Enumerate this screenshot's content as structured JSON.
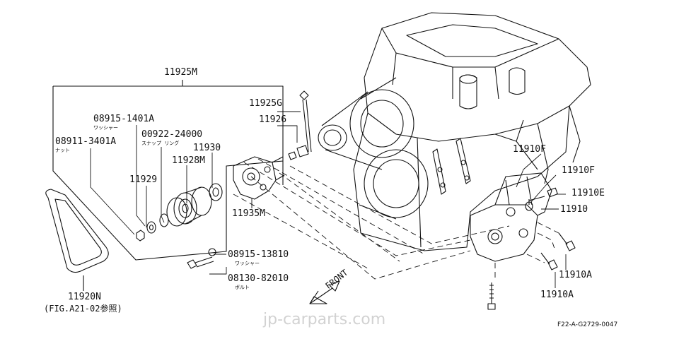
{
  "labels": {
    "assembly": "11925M",
    "washer1": "08915-1401A",
    "washer1_note": "ワッシャー",
    "snapring": "00922-24000",
    "snapring_note": "スナップ リング",
    "nut": "08911-3401A",
    "nut_note": "ナット",
    "bolt_g": "11925G",
    "p11926": "11926",
    "p11930": "11930",
    "p11928m": "11928M",
    "p11929": "11929",
    "p11935m": "11935M",
    "washer2": "08915-13810",
    "washer2_note": "ワッシャー",
    "bolt2": "08130-82010",
    "bolt2_note": "ボルト",
    "belt": "11920N",
    "belt_ref": "(FIG.A21-02参照)",
    "front": "FRONT",
    "f11910f_a": "11910F",
    "f11910f_b": "11910F",
    "f11910e": "11910E",
    "f11910": "11910",
    "f11910a_a": "11910A",
    "f11910a_b": "11910A"
  },
  "watermark": "jp-carparts.com",
  "figure_code": "F22-A-G2729-0047"
}
